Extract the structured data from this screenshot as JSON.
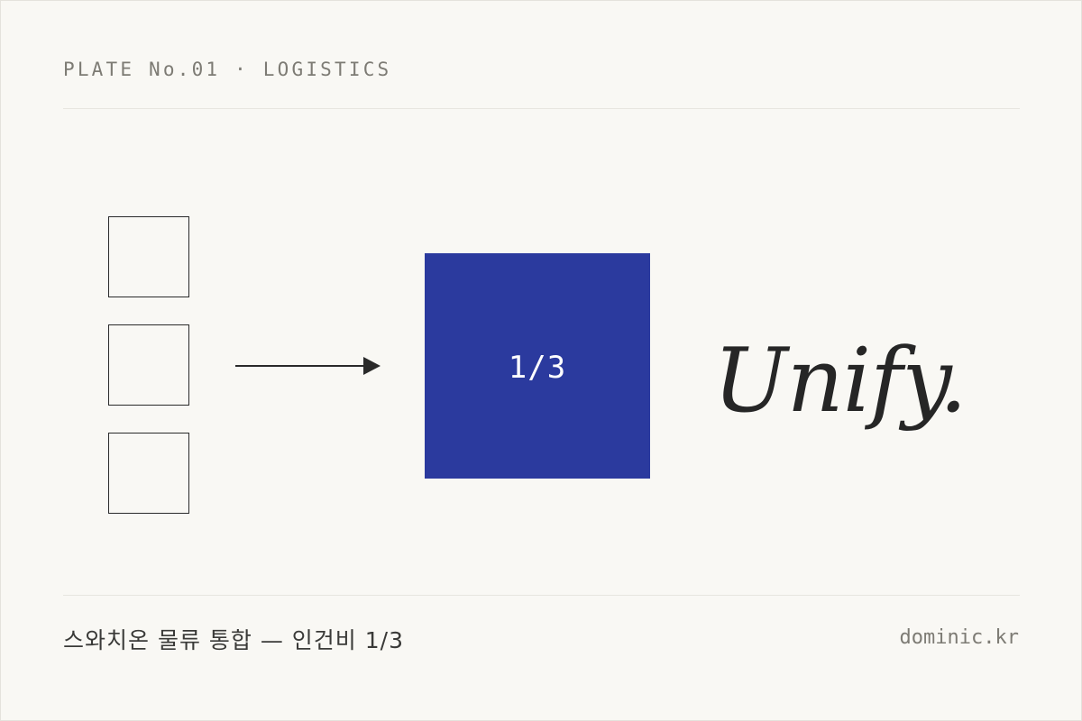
{
  "header": {
    "label": "PLATE No.01 · LOGISTICS"
  },
  "diagram": {
    "source_count": 3,
    "unified_label": "1/3",
    "headline": "Unify.",
    "colors": {
      "unified_fill": "#2b3a9e",
      "unified_text": "#ffffff",
      "outline": "#2a2a2a",
      "background": "#f9f8f4"
    }
  },
  "footer": {
    "caption": "스와치온 물류 통합 — 인건비 1/3",
    "signature": "dominic.kr"
  }
}
